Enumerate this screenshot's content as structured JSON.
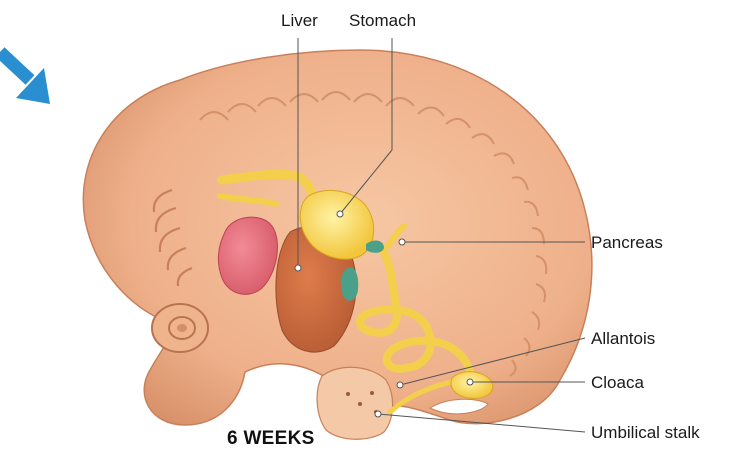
{
  "title": "6 WEEKS",
  "labels": {
    "liver": "Liver",
    "stomach": "Stomach",
    "pancreas": "Pancreas",
    "allantois": "Allantois",
    "cloaca": "Cloaca",
    "umbilical_stalk": "Umbilical stalk"
  },
  "colors": {
    "skin": "#f0b58e",
    "skin_dark": "#d98f66",
    "gut": "#f6d75c",
    "liver": "#c9683f",
    "heart": "#e46a78",
    "gallbladder": "#4aa088",
    "arrow": "#2a8fd0",
    "leader": "#555555"
  }
}
